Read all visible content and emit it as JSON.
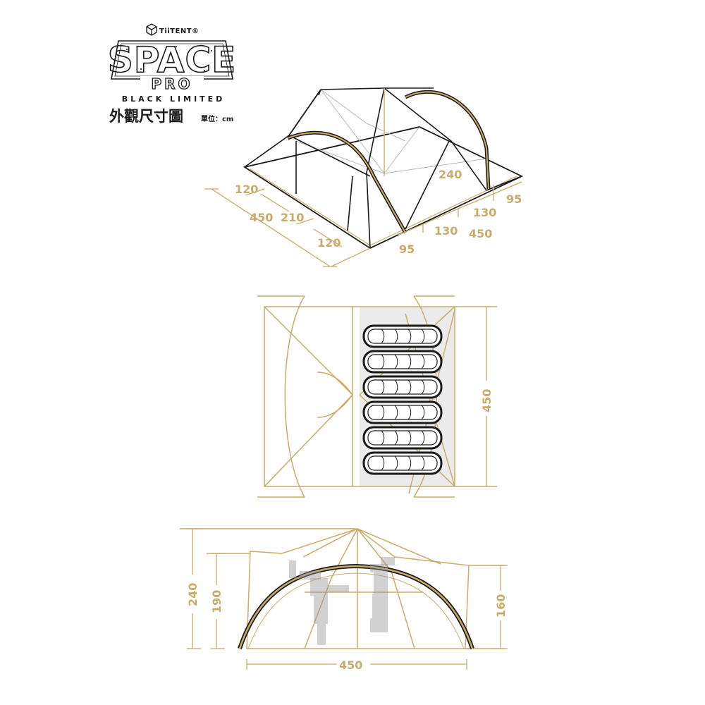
{
  "colors": {
    "accent": "#c9ab6a",
    "outline": "#1a1a1a",
    "gray_line": "#b3b3b3",
    "floor_fill": "#ebebeb"
  },
  "brand": {
    "maker": "TiiTENT®",
    "product": "SPACE",
    "subtitle": "PRO",
    "edition": "BLACK LIMITED",
    "logo_icon": "hexagon-cube-icon"
  },
  "heading": {
    "title": "外觀尺寸圖",
    "unit": "單位：cm"
  },
  "isometric_view": {
    "labels": [
      "120",
      "450",
      "210",
      "120",
      "240",
      "95",
      "130",
      "130",
      "450",
      "95"
    ]
  },
  "top_view": {
    "length_label": "450",
    "sleeping_bag_count": 6
  },
  "side_view": {
    "labels": [
      "240",
      "190",
      "160",
      "450"
    ]
  }
}
